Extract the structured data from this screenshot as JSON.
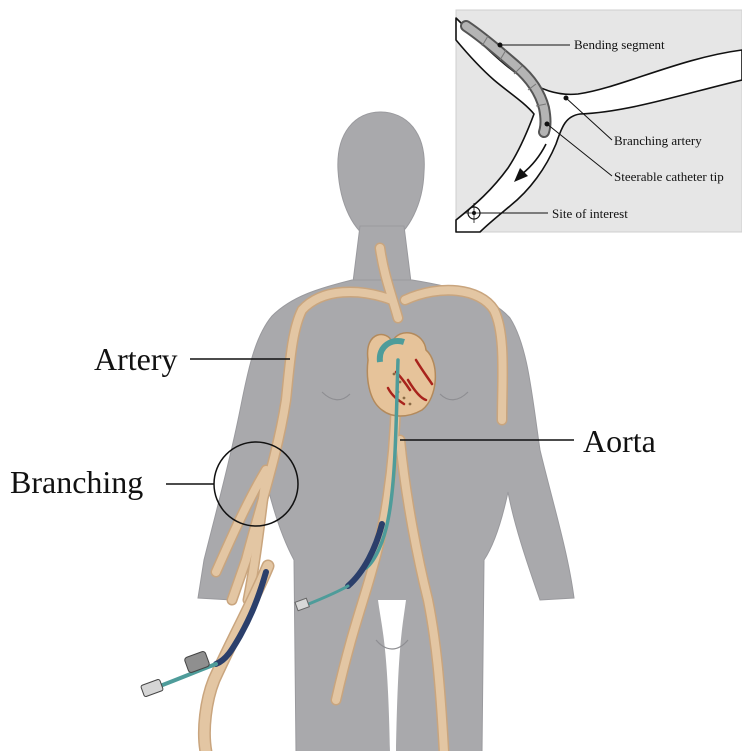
{
  "labels": {
    "artery": "Artery",
    "branching": "Branching",
    "aorta": "Aorta"
  },
  "inset": {
    "bending_segment": "Bending segment",
    "branching_artery": "Branching artery",
    "steerable_catheter_tip": "Steerable catheter tip",
    "site_of_interest": "Site of interest"
  },
  "colors": {
    "body": "#a9a9ac",
    "artery": "#e3c6a3",
    "artery_outline": "#c9a57e",
    "heart": "#e6c39a",
    "heart_vessel": "#a8231c",
    "catheter_teal": "#4e9c9a",
    "catheter_navy": "#2b3f6b",
    "inset_bg": "#e6e6e6"
  }
}
